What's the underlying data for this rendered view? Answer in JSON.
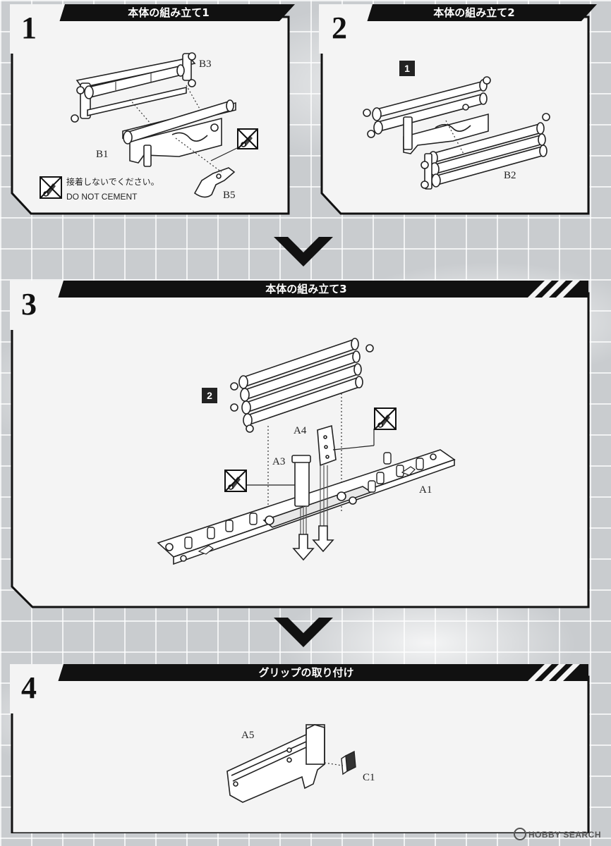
{
  "steps": [
    {
      "number": "1",
      "title": "本体の組み立て1",
      "parts": [
        "B3",
        "B1",
        "B5"
      ],
      "note_jp": "接着しないでください。",
      "note_en": "DO NOT CEMENT"
    },
    {
      "number": "2",
      "title": "本体の組み立て2",
      "ref": "1",
      "parts": [
        "B2"
      ]
    },
    {
      "number": "3",
      "title": "本体の組み立て3",
      "ref": "2",
      "parts": [
        "A4",
        "A3",
        "A1"
      ]
    },
    {
      "number": "4",
      "title": "グリップの取り付け",
      "parts": [
        "A5",
        "C1"
      ]
    }
  ],
  "icons": {
    "no_cement": "no-cement-icon",
    "next_step": "chevron-down-icon"
  },
  "colors": {
    "ink": "#111111",
    "panel_bg": "#f4f4f4",
    "sky_grid": "#c9cccf"
  },
  "watermark": "HOBBY SEARCH"
}
